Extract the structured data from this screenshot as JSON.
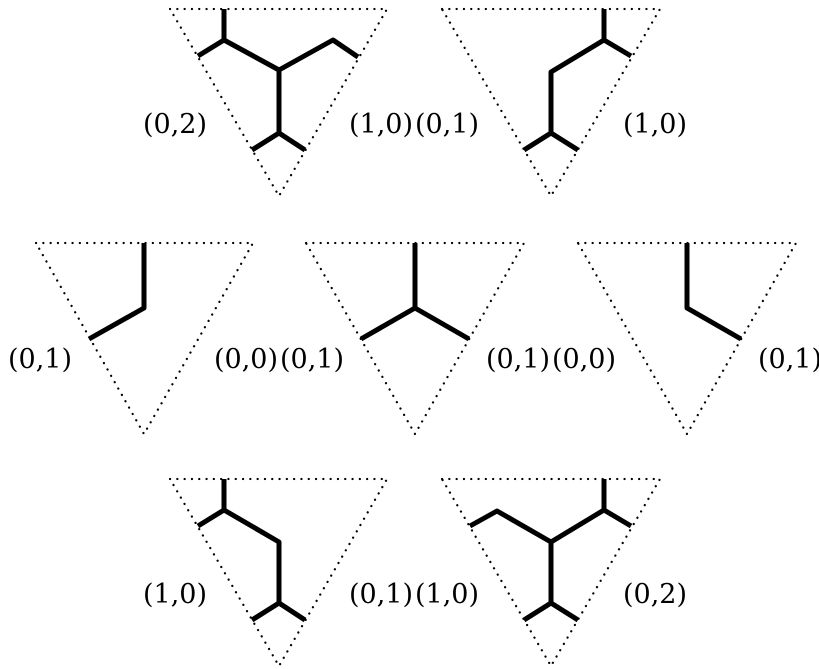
{
  "diagrams": [
    {
      "id": "d1",
      "left_label": "(0,2)",
      "right_label": "(1,0)"
    },
    {
      "id": "d2",
      "left_label": "(0,1)",
      "right_label": "(1,0)"
    },
    {
      "id": "d3",
      "left_label": "(0,1)",
      "right_label": "(0,0)"
    },
    {
      "id": "d4",
      "left_label": "(0,1)",
      "right_label": "(0,1)"
    },
    {
      "id": "d5",
      "left_label": "(0,0)",
      "right_label": "(0,1)"
    },
    {
      "id": "d6",
      "left_label": "(1,0)",
      "right_label": "(0,1)"
    },
    {
      "id": "d7",
      "left_label": "(1,0)",
      "right_label": "(0,2)"
    }
  ]
}
